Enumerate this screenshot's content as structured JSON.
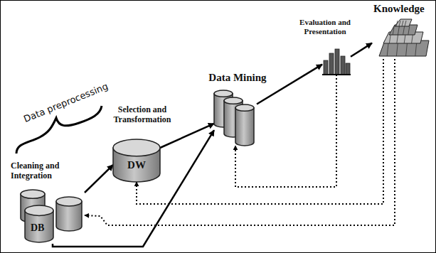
{
  "diagram": {
    "nodes": [
      {
        "text": [
          "Cleaning and Integration",
          "DB"
        ]
      },
      {
        "text": [
          "Selection and Transformation",
          "DW"
        ]
      },
      {
        "text": [
          "Data Mining"
        ]
      },
      {
        "text": [
          "Evaluation and Presentation"
        ]
      },
      {
        "text": [
          "Knowledge"
        ]
      }
    ],
    "edges": [
      {
        "from": 0,
        "to": 1,
        "arrow": "to"
      },
      {
        "from": 1,
        "to": 2,
        "arrow": "to"
      },
      {
        "from": 2,
        "to": 3,
        "arrow": "to"
      },
      {
        "from": 3,
        "to": 4,
        "arrow": "to"
      },
      {
        "from": 0,
        "to": 2,
        "arrow": "to"
      },
      {
        "from": 3,
        "to": 2,
        "arrow": "to"
      },
      {
        "from": 4,
        "to": 1,
        "arrow": "to"
      },
      {
        "from": 4,
        "to": 0,
        "arrow": "to"
      }
    ],
    "labels": [
      "Data preprocessing"
    ]
  }
}
